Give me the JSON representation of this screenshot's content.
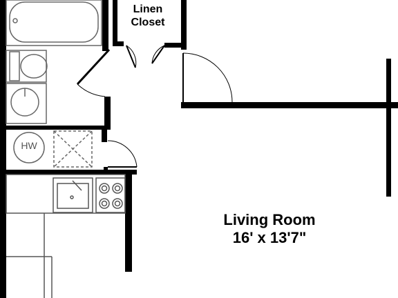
{
  "rooms": {
    "linen_closet": {
      "line1": "Linen",
      "line2": "Closet"
    },
    "living_room": {
      "name": "Living Room",
      "dimensions": "16' x 13'7\""
    }
  },
  "fixtures": {
    "water_heater": "HW"
  },
  "colors": {
    "wall": "#000000",
    "fixture_line": "#666666",
    "background": "#ffffff"
  }
}
